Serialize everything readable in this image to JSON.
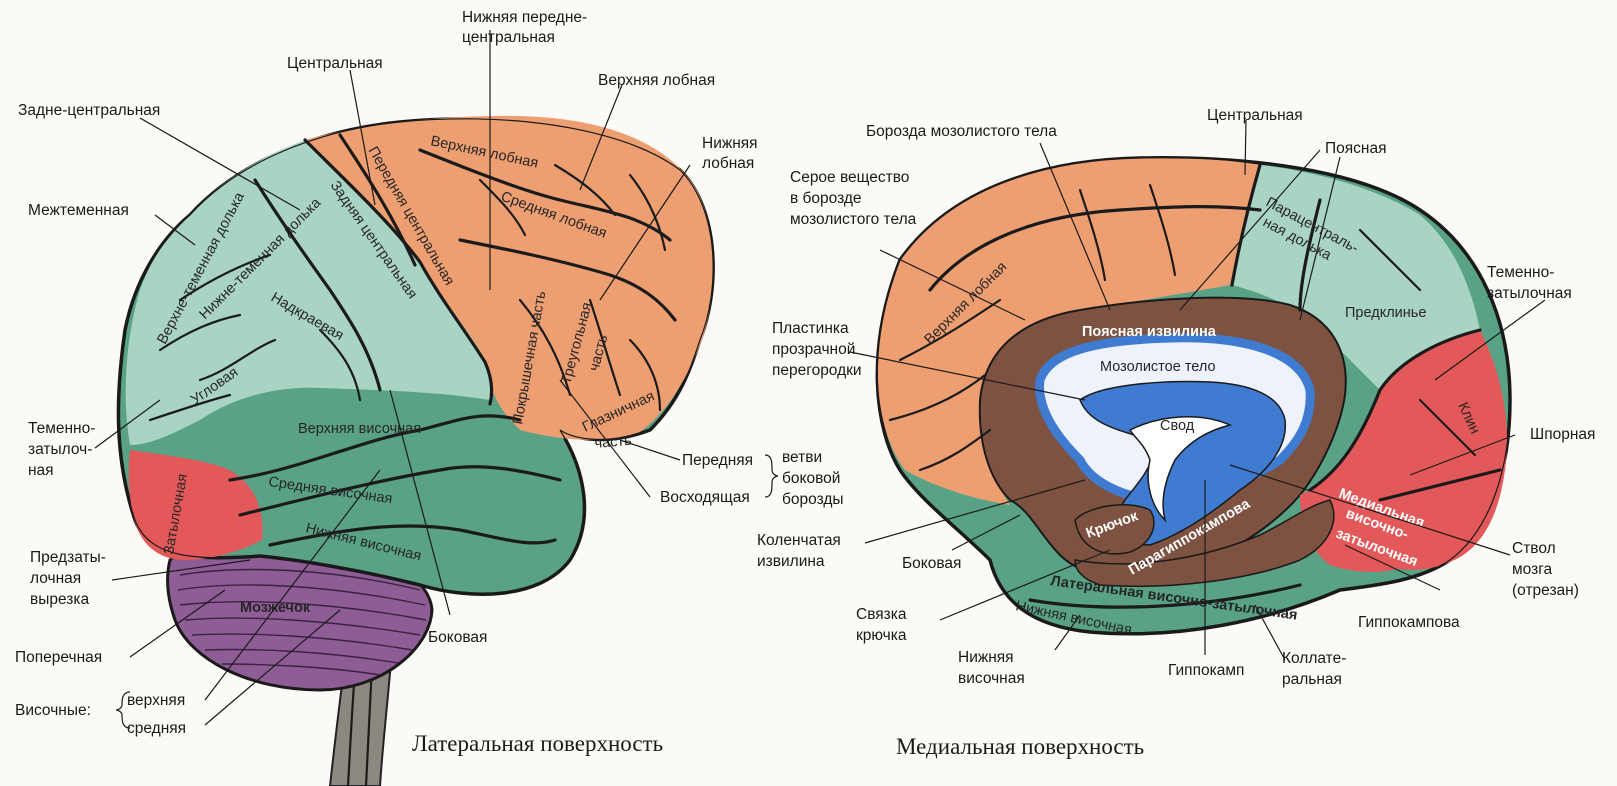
{
  "colors": {
    "frontal": "#ee9f72",
    "parietal": "#a9d4c3",
    "temporal": "#5aa286",
    "occipital": "#e3595a",
    "cerebellum": "#8e5d96",
    "brainstem": "#8c8880",
    "cingulate": "#7e5240",
    "callosum": "#3f7bd0",
    "background": "#fbfaf6"
  },
  "lateral": {
    "caption": "Латеральная поверхность",
    "labels": {
      "inferior_precentral_1": "Нижняя передне-",
      "inferior_precentral_2": "центральная",
      "central": "Центральная",
      "superior_frontal": "Верхняя лобная",
      "postcentral": "Задне-центральная",
      "inferior_frontal_1": "Нижняя",
      "inferior_frontal_2": "лобная",
      "intraparietal": "Межтеменная",
      "parieto_occipital_1": "Теменно-",
      "parieto_occipital_2": "затылоч-",
      "parieto_occipital_3": "ная",
      "preoccipital_1": "Предзаты-",
      "preoccipital_2": "лочная",
      "preoccipital_3": "вырезка",
      "transverse": "Поперечная",
      "temporal_prefix": "Височные:",
      "temporal_upper": "верхняя",
      "temporal_middle": "средняя",
      "lateral_sulcus": "Боковая",
      "anterior_branch": "Передняя",
      "ascending_branch": "Восходящая",
      "branches_1": "ветви",
      "branches_2": "боковой",
      "branches_3": "борозды"
    },
    "regions": {
      "superior_frontal_gyrus": "Верхняя лобная",
      "middle_frontal_gyrus": "Средняя лобная",
      "precentral_gyrus": "Передняя центральная",
      "postcentral_gyrus": "Задняя центральная",
      "superior_parietal": "Верхне-теменная долька",
      "inferior_parietal": "Нижне-теменная долька",
      "supramarginal": "Надкраевая",
      "angular": "Угловая",
      "opercular": "Покрышечная часть",
      "triangular_1": "Треугольная",
      "triangular_2": "часть",
      "orbital_1": "Глазничная",
      "orbital_2": "часть",
      "superior_temporal": "Верхняя височная",
      "middle_temporal": "Средняя височная",
      "inferior_temporal": "Нижняя височная",
      "occipital": "Затылочная",
      "cerebellum": "Мозжечок"
    }
  },
  "medial": {
    "caption": "Медиальная поверхность",
    "labels": {
      "callosal_sulcus": "Борозда мозолистого тела",
      "central": "Центральная",
      "cingulate_sulcus": "Поясная",
      "gray_matter_1": "Серое вещество",
      "gray_matter_2": "в борозде",
      "gray_matter_3": "мозолистого тела",
      "parieto_occipital_1": "Теменно-",
      "parieto_occipital_2": "затылочная",
      "septum_1": "Пластинка",
      "septum_2": "прозрачной",
      "septum_3": "перегородки",
      "calcarine": "Шпорная",
      "geniculate_1": "Коленчатая",
      "geniculate_2": "извилина",
      "lateral": "Боковая",
      "brainstem_1": "Ствол",
      "brainstem_2": "мозга",
      "brainstem_3": "(отрезан)",
      "uncus_band_1": "Связка",
      "uncus_band_2": "крючка",
      "hippocampal": "Гиппокампова",
      "inferior_temporal_1": "Нижняя",
      "inferior_temporal_2": "височная",
      "hippocampus": "Гиппокамп",
      "collateral_1": "Коллате-",
      "collateral_2": "ральная"
    },
    "regions": {
      "superior_frontal": "Верхняя лобная",
      "paracentral_1": "Парацентраль-",
      "paracentral_2": "ная долька",
      "precuneus": "Предклинье",
      "cuneus": "Клин",
      "cingulate_gyrus": "Поясная извилина",
      "corpus_callosum": "Мозолистое тело",
      "fornix": "Свод",
      "uncus": "Крючок",
      "parahippocampal": "Парагиппокампова",
      "medial_occipitotemporal_1": "Медиальная",
      "medial_occipitotemporal_2": "височно-",
      "medial_occipitotemporal_3": "затылочная",
      "lateral_occipitotemporal": "Латеральная височно-затылочная",
      "inferior_temporal": "Нижняя височная"
    }
  }
}
